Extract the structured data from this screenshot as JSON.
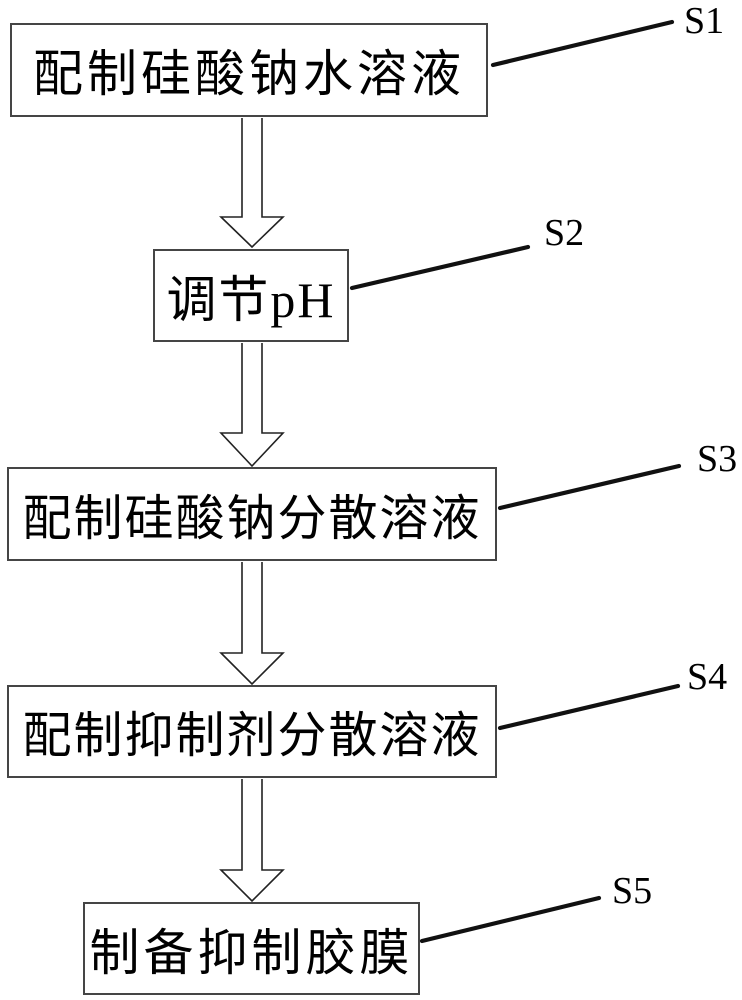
{
  "diagram": {
    "type": "flowchart",
    "direction": "top-down",
    "steps": [
      {
        "tag": "S1",
        "text": "配制硅酸钠水溶液"
      },
      {
        "tag": "S2",
        "text": "调节pH"
      },
      {
        "tag": "S3",
        "text": "配制硅酸钠分散溶液"
      },
      {
        "tag": "S4",
        "text": "配制抑制剂分散溶液"
      },
      {
        "tag": "S5",
        "text": "制备抑制胶膜"
      }
    ],
    "connections": [
      {
        "from": "S1",
        "to": "S2",
        "style": "hollow-down-arrow"
      },
      {
        "from": "S2",
        "to": "S3",
        "style": "hollow-down-arrow"
      },
      {
        "from": "S3",
        "to": "S4",
        "style": "hollow-down-arrow"
      },
      {
        "from": "S4",
        "to": "S5",
        "style": "hollow-down-arrow"
      }
    ],
    "colors": {
      "background": "#ffffff",
      "box_border": "#454545",
      "text": "#000000",
      "line": "#111111"
    }
  }
}
